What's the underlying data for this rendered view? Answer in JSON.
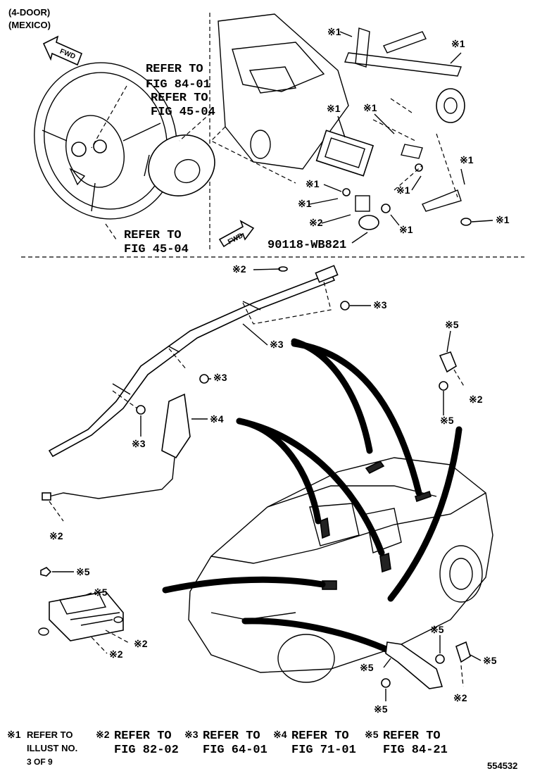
{
  "header": {
    "line1": "(4-DOOR)",
    "line2": "(MEXICO)"
  },
  "fwd": "FWD",
  "refs": {
    "r1a": "REFER TO",
    "r1b": "FIG 84-01",
    "r2a": "REFER TO",
    "r2b": "FIG 45-04",
    "r3a": "REFER TO",
    "r3b": "FIG 45-04"
  },
  "part_number": "90118-WB821",
  "marks": {
    "m1": "※1",
    "m2": "※2",
    "m3": "※3",
    "m4": "※4",
    "m5": "※5"
  },
  "legend": [
    {
      "mark": "※1",
      "line1": "REFER TO",
      "line2": "ILLUST NO.",
      "line3": "3 OF 9"
    },
    {
      "mark": "※2",
      "line1": "REFER TO",
      "line2": "FIG 82-02"
    },
    {
      "mark": "※3",
      "line1": "REFER TO",
      "line2": "FIG 64-01"
    },
    {
      "mark": "※4",
      "line1": "REFER TO",
      "line2": "FIG 71-01"
    },
    {
      "mark": "※5",
      "line1": "REFER TO",
      "line2": "FIG 84-21"
    }
  ],
  "figure_id": "554532"
}
